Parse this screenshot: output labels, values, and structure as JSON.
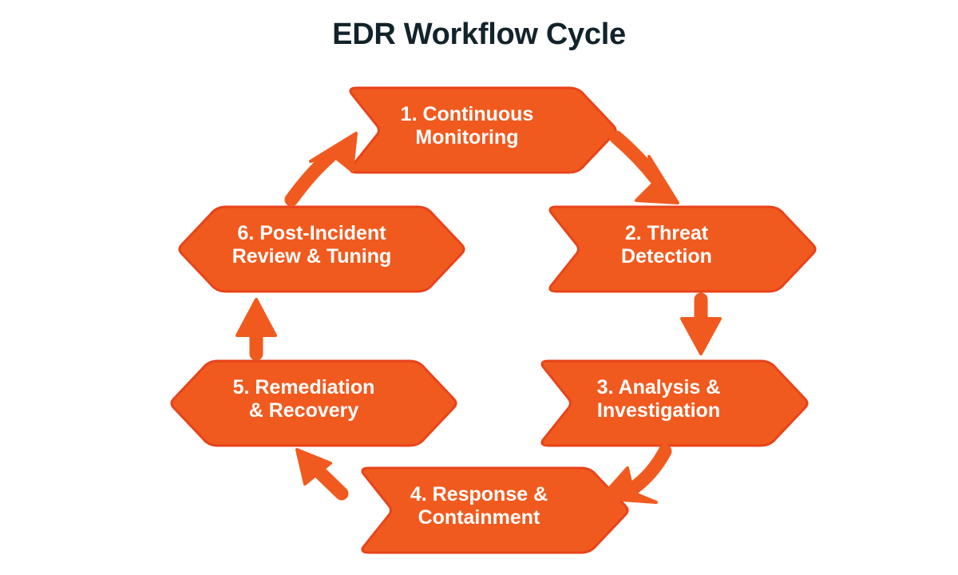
{
  "diagram": {
    "title": "EDR Workflow Cycle",
    "type": "cycle-flow",
    "title_color": "#13232c",
    "accent_color": "#f15a1e",
    "stroke_color": "#e8431a",
    "label_color": "#ffffff",
    "background_color": "#ffffff"
  },
  "steps": [
    {
      "id": "step-1",
      "number": "1.",
      "label": "1. Continuous\nMonitoring",
      "line1": "1. Continuous",
      "line2": "Monitoring",
      "position": "top",
      "direction": "right"
    },
    {
      "id": "step-2",
      "number": "2.",
      "label": "2. Threat\nDetection",
      "line1": "2. Threat",
      "line2": "Detection",
      "position": "right-upper",
      "direction": "right"
    },
    {
      "id": "step-3",
      "number": "3.",
      "label": "3. Analysis &\nInvestigation",
      "line1": "3. Analysis &",
      "line2": "Investigation",
      "position": "right-lower",
      "direction": "right"
    },
    {
      "id": "step-4",
      "number": "4.",
      "label": "4. Response &\nContainment",
      "line1": "4. Response &",
      "line2": "Containment",
      "position": "bottom",
      "direction": "right"
    },
    {
      "id": "step-5",
      "number": "5.",
      "label": "5. Remediation\n& Recovery",
      "line1": "5. Remediation",
      "line2": "& Recovery",
      "position": "left-lower",
      "direction": "left"
    },
    {
      "id": "step-6",
      "number": "6.",
      "label": "6. Post-Incident\nReview & Tuning",
      "line1": "6. Post-Incident",
      "line2": "Review & Tuning",
      "position": "left-upper",
      "direction": "left"
    }
  ],
  "connectors": [
    {
      "id": "connector-1-2",
      "from": "step-1",
      "to": "step-2",
      "shape": "curved",
      "heading": "down-right"
    },
    {
      "id": "connector-2-3",
      "from": "step-2",
      "to": "step-3",
      "shape": "straight",
      "heading": "down"
    },
    {
      "id": "connector-3-4",
      "from": "step-3",
      "to": "step-4",
      "shape": "curved",
      "heading": "down-left"
    },
    {
      "id": "connector-4-5",
      "from": "step-4",
      "to": "step-5",
      "shape": "straight-diagonal",
      "heading": "up-left"
    },
    {
      "id": "connector-5-6",
      "from": "step-5",
      "to": "step-6",
      "shape": "straight",
      "heading": "up"
    },
    {
      "id": "connector-6-1",
      "from": "step-6",
      "to": "step-1",
      "shape": "curved",
      "heading": "up-right"
    }
  ]
}
